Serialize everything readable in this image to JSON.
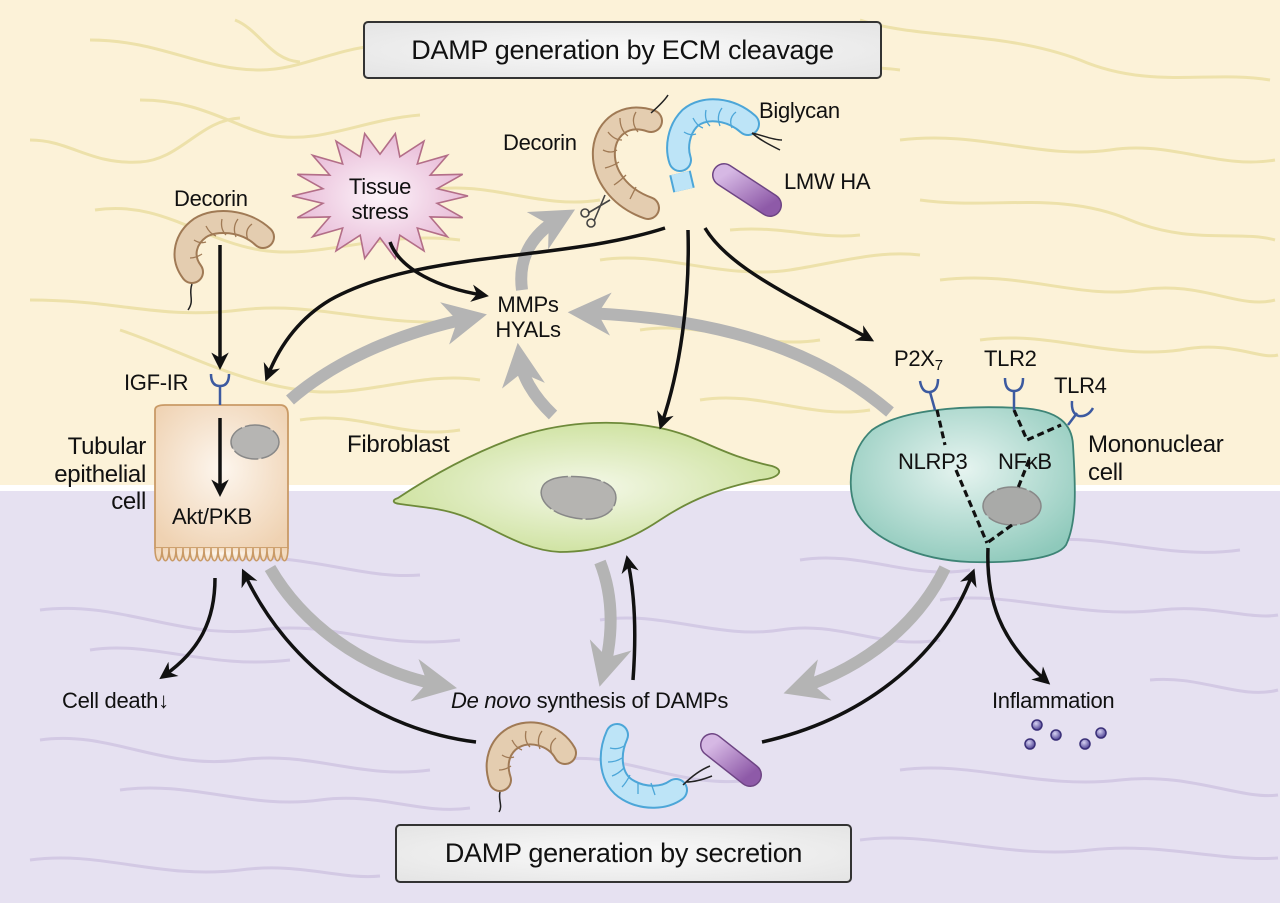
{
  "headers": {
    "top": "DAMP generation by ECM cleavage",
    "bottom": "DAMP generation by secretion"
  },
  "zones": {
    "upper": {
      "name": "extracellular matrix",
      "color": "#fcf2d8"
    },
    "lower": {
      "name": "secretion zone",
      "color": "#e6e1f1"
    }
  },
  "molecules": {
    "decorin_top": "Decorin",
    "biglycan": "Biglycan",
    "lmw_ha": "LMW HA",
    "decorin_left": "Decorin"
  },
  "stimuli": {
    "tissue_stress_line1": "Tissue",
    "tissue_stress_line2": "stress",
    "enzymes_line1": "MMPs",
    "enzymes_line2": "HYALs"
  },
  "cells": {
    "tubular": {
      "label_line1": "Tubular",
      "label_line2": "epithelial",
      "label_line3": "cell",
      "receptor": "IGF-IR",
      "pathway": "Akt/PKB"
    },
    "fibroblast": {
      "label": "Fibroblast"
    },
    "mononuclear": {
      "label_line1": "Mononuclear",
      "label_line2": "cell",
      "receptor_p2x7": "P2X",
      "receptor_p2x7_sub": "7",
      "receptor_tlr2": "TLR2",
      "receptor_tlr4": "TLR4",
      "pathway_nlrp3": "NLRP3",
      "pathway_nfkb": "NFκB"
    }
  },
  "outcomes": {
    "cell_death": "Cell death↓",
    "inflammation": "Inflammation",
    "synthesis_italic": "De novo",
    "synthesis_rest": " synthesis of DAMPs"
  },
  "colors": {
    "decorin": "#c9a47c",
    "biglycan": "#8fcdf0",
    "lmw_ha": "#a679bb",
    "tubular_cell": "#f5dcc0",
    "fibroblast": "#d6e8ad",
    "mononuclear": "#a8d6cb",
    "tissue_stress": "#edc6df",
    "receptor": "#3c5aa0",
    "arrow_black": "#111111",
    "arrow_grey": "#b4b4b4"
  }
}
